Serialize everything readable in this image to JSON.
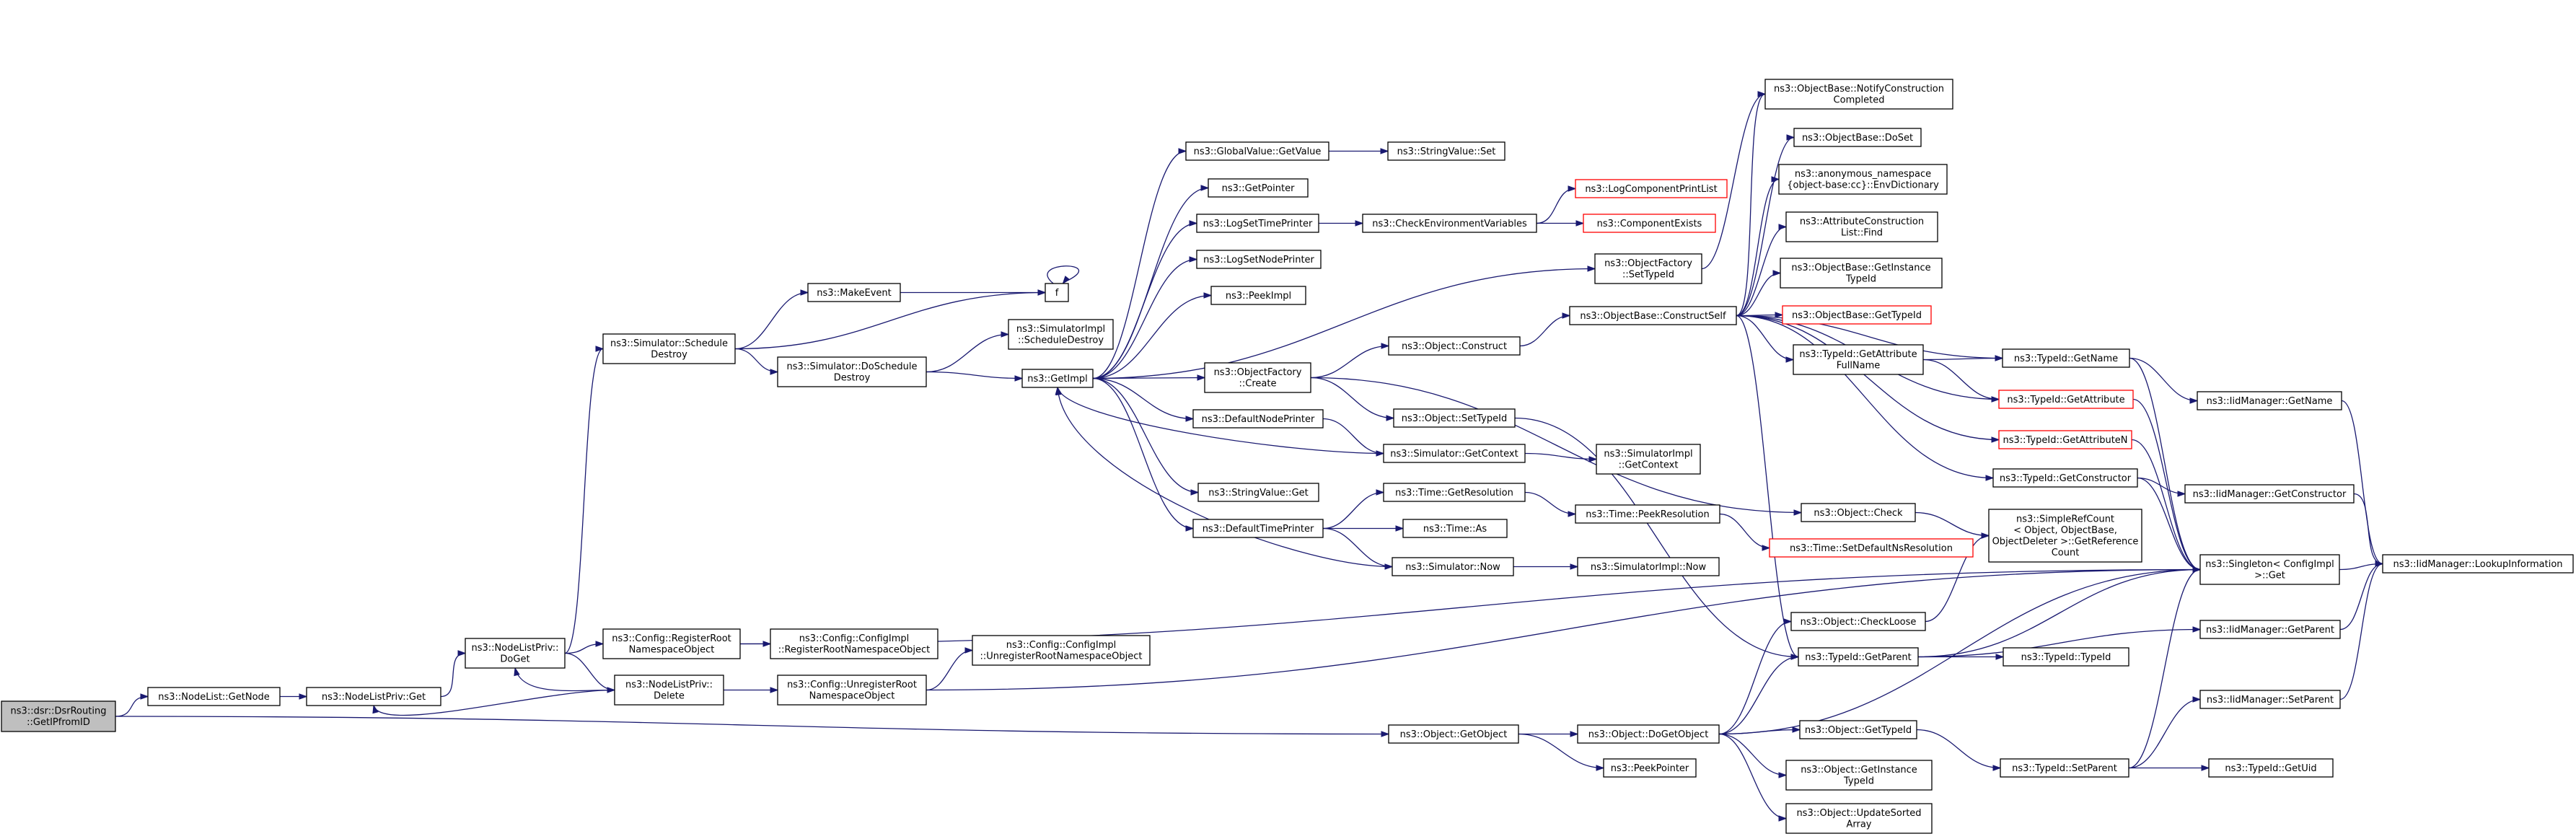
{
  "diagram": {
    "title": "",
    "nodes": [
      {
        "id": "root",
        "lines": [
          "ns3::dsr::DsrRouting",
          "::GetIPfromID"
        ],
        "style": "root"
      },
      {
        "id": "nl_getnode",
        "lines": [
          "ns3::NodeList::GetNode"
        ]
      },
      {
        "id": "nlp_get",
        "lines": [
          "ns3::NodeListPriv::Get"
        ]
      },
      {
        "id": "nlp_doget",
        "lines": [
          "ns3::NodeListPriv::",
          "DoGet"
        ]
      },
      {
        "id": "sim_schedule_destroy",
        "lines": [
          "ns3::Simulator::Schedule",
          "Destroy"
        ]
      },
      {
        "id": "make_event",
        "lines": [
          "ns3::MakeEvent"
        ]
      },
      {
        "id": "f",
        "lines": [
          "f"
        ]
      },
      {
        "id": "sim_doschedule_destroy",
        "lines": [
          "ns3::Simulator::DoSchedule",
          "Destroy"
        ]
      },
      {
        "id": "simimpl_schedule_destroy",
        "lines": [
          "ns3::SimulatorImpl",
          "::ScheduleDestroy"
        ]
      },
      {
        "id": "getimpl",
        "lines": [
          "ns3::GetImpl"
        ]
      },
      {
        "id": "cfg_register_root",
        "lines": [
          "ns3::Config::RegisterRoot",
          "NamespaceObject"
        ]
      },
      {
        "id": "cfgimpl_register_root",
        "lines": [
          "ns3::Config::ConfigImpl",
          "::RegisterRootNamespaceObject"
        ]
      },
      {
        "id": "nlp_delete",
        "lines": [
          "ns3::NodeListPriv::",
          "Delete"
        ]
      },
      {
        "id": "cfg_unregister_root",
        "lines": [
          "ns3::Config::UnregisterRoot",
          "NamespaceObject"
        ]
      },
      {
        "id": "cfgimpl_unregister_root",
        "lines": [
          "ns3::Config::ConfigImpl",
          "::UnregisterRootNamespaceObject"
        ]
      },
      {
        "id": "gv_getvalue",
        "lines": [
          "ns3::GlobalValue::GetValue"
        ]
      },
      {
        "id": "stringvalue_set",
        "lines": [
          "ns3::StringValue::Set"
        ]
      },
      {
        "id": "getpointer",
        "lines": [
          "ns3::GetPointer"
        ]
      },
      {
        "id": "log_set_time_printer",
        "lines": [
          "ns3::LogSetTimePrinter"
        ]
      },
      {
        "id": "check_env_vars",
        "lines": [
          "ns3::CheckEnvironmentVariables"
        ]
      },
      {
        "id": "log_component_print_list",
        "lines": [
          "ns3::LogComponentPrintList"
        ],
        "style": "red"
      },
      {
        "id": "component_exists",
        "lines": [
          "ns3::ComponentExists"
        ],
        "style": "red"
      },
      {
        "id": "log_set_node_printer",
        "lines": [
          "ns3::LogSetNodePrinter"
        ]
      },
      {
        "id": "peekimpl",
        "lines": [
          "ns3::PeekImpl"
        ]
      },
      {
        "id": "objfactory_settypeid",
        "lines": [
          "ns3::ObjectFactory",
          "::SetTypeId"
        ]
      },
      {
        "id": "objfactory_create",
        "lines": [
          "ns3::ObjectFactory",
          "::Create"
        ]
      },
      {
        "id": "object_construct",
        "lines": [
          "ns3::Object::Construct"
        ]
      },
      {
        "id": "objbase_constructself",
        "lines": [
          "ns3::ObjectBase::ConstructSelf"
        ]
      },
      {
        "id": "object_settypeid",
        "lines": [
          "ns3::Object::SetTypeId"
        ]
      },
      {
        "id": "default_node_printer",
        "lines": [
          "ns3::DefaultNodePrinter"
        ]
      },
      {
        "id": "sim_getcontext",
        "lines": [
          "ns3::Simulator::GetContext"
        ]
      },
      {
        "id": "simimpl_getcontext",
        "lines": [
          "ns3::SimulatorImpl",
          "::GetContext"
        ]
      },
      {
        "id": "stringvalue_get",
        "lines": [
          "ns3::StringValue::Get"
        ]
      },
      {
        "id": "default_time_printer",
        "lines": [
          "ns3::DefaultTimePrinter"
        ]
      },
      {
        "id": "time_getresolution",
        "lines": [
          "ns3::Time::GetResolution"
        ]
      },
      {
        "id": "time_peekresolution",
        "lines": [
          "ns3::Time::PeekResolution"
        ]
      },
      {
        "id": "time_setdefaultns",
        "lines": [
          "ns3::Time::SetDefaultNsResolution"
        ],
        "style": "red"
      },
      {
        "id": "time_as",
        "lines": [
          "ns3::Time::As"
        ]
      },
      {
        "id": "sim_now",
        "lines": [
          "ns3::Simulator::Now"
        ]
      },
      {
        "id": "simimpl_now",
        "lines": [
          "ns3::SimulatorImpl::Now"
        ]
      },
      {
        "id": "obj_getobject",
        "lines": [
          "ns3::Object::GetObject"
        ]
      },
      {
        "id": "obj_dogetobject",
        "lines": [
          "ns3::Object::DoGetObject"
        ]
      },
      {
        "id": "peekpointer",
        "lines": [
          "ns3::PeekPointer"
        ]
      },
      {
        "id": "objbase_notify",
        "lines": [
          "ns3::ObjectBase::NotifyConstruction",
          "Completed"
        ]
      },
      {
        "id": "objbase_doset",
        "lines": [
          "ns3::ObjectBase::DoSet"
        ]
      },
      {
        "id": "anon_envdict",
        "lines": [
          "ns3::anonymous_namespace",
          "{object-base:cc}::EnvDictionary"
        ]
      },
      {
        "id": "attrconstr_find",
        "lines": [
          "ns3::AttributeConstruction",
          "List::Find"
        ]
      },
      {
        "id": "objbase_getinstancetypeid",
        "lines": [
          "ns3::ObjectBase::GetInstance",
          "TypeId"
        ]
      },
      {
        "id": "objbase_gettypeid",
        "lines": [
          "ns3::ObjectBase::GetTypeId"
        ],
        "style": "red"
      },
      {
        "id": "typeid_getattrfullname",
        "lines": [
          "ns3::TypeId::GetAttribute",
          "FullName"
        ]
      },
      {
        "id": "typeid_getname",
        "lines": [
          "ns3::TypeId::GetName"
        ]
      },
      {
        "id": "typeid_getattribute",
        "lines": [
          "ns3::TypeId::GetAttribute"
        ],
        "style": "red"
      },
      {
        "id": "typeid_getattributen",
        "lines": [
          "ns3::TypeId::GetAttributeN"
        ],
        "style": "red"
      },
      {
        "id": "typeid_getconstructor",
        "lines": [
          "ns3::TypeId::GetConstructor"
        ]
      },
      {
        "id": "object_check",
        "lines": [
          "ns3::Object::Check"
        ]
      },
      {
        "id": "simplerefcount",
        "lines": [
          "ns3::SimpleRefCount",
          "< Object, ObjectBase,",
          "ObjectDeleter >::GetReference",
          "Count"
        ]
      },
      {
        "id": "object_checkloose",
        "lines": [
          "ns3::Object::CheckLoose"
        ]
      },
      {
        "id": "typeid_getparent",
        "lines": [
          "ns3::TypeId::GetParent"
        ]
      },
      {
        "id": "typeid_typeid",
        "lines": [
          "ns3::TypeId::TypeId"
        ]
      },
      {
        "id": "object_gettypeid",
        "lines": [
          "ns3::Object::GetTypeId"
        ]
      },
      {
        "id": "object_getinstancetypeid",
        "lines": [
          "ns3::Object::GetInstance",
          "TypeId"
        ]
      },
      {
        "id": "object_updatesorted",
        "lines": [
          "ns3::Object::UpdateSorted",
          "Array"
        ]
      },
      {
        "id": "typeid_setparent",
        "lines": [
          "ns3::TypeId::SetParent"
        ]
      },
      {
        "id": "iidmgr_getname",
        "lines": [
          "ns3::IidManager::GetName"
        ]
      },
      {
        "id": "iidmgr_getconstructor",
        "lines": [
          "ns3::IidManager::GetConstructor"
        ]
      },
      {
        "id": "singleton_get",
        "lines": [
          "ns3::Singleton< ConfigImpl",
          " >::Get"
        ]
      },
      {
        "id": "iidmgr_getparent",
        "lines": [
          "ns3::IidManager::GetParent"
        ]
      },
      {
        "id": "iidmgr_setparent",
        "lines": [
          "ns3::IidManager::SetParent"
        ]
      },
      {
        "id": "typeid_getuid",
        "lines": [
          "ns3::TypeId::GetUid"
        ]
      },
      {
        "id": "iidmgr_lookupinfo",
        "lines": [
          "ns3::IidManager::LookupInformation"
        ]
      }
    ],
    "edges": [
      [
        "root",
        "nl_getnode"
      ],
      [
        "root",
        "obj_getobject"
      ],
      [
        "nl_getnode",
        "nlp_get"
      ],
      [
        "nlp_get",
        "nlp_doget"
      ],
      [
        "nlp_doget",
        "sim_schedule_destroy"
      ],
      [
        "nlp_doget",
        "cfg_register_root"
      ],
      [
        "nlp_doget",
        "nlp_delete"
      ],
      [
        "sim_schedule_destroy",
        "make_event"
      ],
      [
        "sim_schedule_destroy",
        "f"
      ],
      [
        "sim_schedule_destroy",
        "sim_doschedule_destroy"
      ],
      [
        "make_event",
        "f"
      ],
      [
        "f",
        "f"
      ],
      [
        "sim_doschedule_destroy",
        "simimpl_schedule_destroy"
      ],
      [
        "sim_doschedule_destroy",
        "getimpl"
      ],
      [
        "cfg_register_root",
        "cfgimpl_register_root"
      ],
      [
        "cfg_register_root",
        "singleton_get"
      ],
      [
        "nlp_delete",
        "nlp_doget"
      ],
      [
        "nlp_delete",
        "nlp_get"
      ],
      [
        "nlp_delete",
        "cfg_unregister_root"
      ],
      [
        "cfg_unregister_root",
        "cfgimpl_unregister_root"
      ],
      [
        "cfg_unregister_root",
        "singleton_get"
      ],
      [
        "getimpl",
        "gv_getvalue"
      ],
      [
        "getimpl",
        "getpointer"
      ],
      [
        "getimpl",
        "log_set_time_printer"
      ],
      [
        "getimpl",
        "log_set_node_printer"
      ],
      [
        "getimpl",
        "peekimpl"
      ],
      [
        "getimpl",
        "objfactory_settypeid"
      ],
      [
        "getimpl",
        "objfactory_create"
      ],
      [
        "getimpl",
        "default_node_printer"
      ],
      [
        "getimpl",
        "stringvalue_get"
      ],
      [
        "getimpl",
        "default_time_printer"
      ],
      [
        "gv_getvalue",
        "stringvalue_set"
      ],
      [
        "log_set_time_printer",
        "check_env_vars"
      ],
      [
        "check_env_vars",
        "log_component_print_list"
      ],
      [
        "check_env_vars",
        "component_exists"
      ],
      [
        "objfactory_settypeid",
        "objbase_notify"
      ],
      [
        "objfactory_create",
        "object_construct"
      ],
      [
        "objfactory_create",
        "object_settypeid"
      ],
      [
        "objfactory_create",
        "object_check"
      ],
      [
        "object_construct",
        "objbase_constructself"
      ],
      [
        "object_settypeid",
        "typeid_getparent"
      ],
      [
        "default_node_printer",
        "sim_getcontext"
      ],
      [
        "sim_getcontext",
        "getimpl"
      ],
      [
        "sim_getcontext",
        "simimpl_getcontext"
      ],
      [
        "default_time_printer",
        "time_getresolution"
      ],
      [
        "default_time_printer",
        "time_as"
      ],
      [
        "default_time_printer",
        "sim_now"
      ],
      [
        "time_getresolution",
        "time_peekresolution"
      ],
      [
        "time_peekresolution",
        "time_setdefaultns"
      ],
      [
        "sim_now",
        "getimpl"
      ],
      [
        "sim_now",
        "simimpl_now"
      ],
      [
        "obj_getobject",
        "obj_dogetobject"
      ],
      [
        "obj_getobject",
        "peekpointer"
      ],
      [
        "obj_dogetobject",
        "object_checkloose"
      ],
      [
        "obj_dogetobject",
        "typeid_getparent"
      ],
      [
        "obj_dogetobject",
        "object_gettypeid"
      ],
      [
        "obj_dogetobject",
        "object_getinstancetypeid"
      ],
      [
        "obj_dogetobject",
        "object_updatesorted"
      ],
      [
        "obj_dogetobject",
        "singleton_get"
      ],
      [
        "objbase_constructself",
        "objbase_notify"
      ],
      [
        "objbase_constructself",
        "objbase_doset"
      ],
      [
        "objbase_constructself",
        "anon_envdict"
      ],
      [
        "objbase_constructself",
        "attrconstr_find"
      ],
      [
        "objbase_constructself",
        "objbase_getinstancetypeid"
      ],
      [
        "objbase_constructself",
        "objbase_gettypeid"
      ],
      [
        "objbase_constructself",
        "typeid_getattrfullname"
      ],
      [
        "objbase_constructself",
        "typeid_getname"
      ],
      [
        "objbase_constructself",
        "typeid_getattribute"
      ],
      [
        "objbase_constructself",
        "typeid_getattributen"
      ],
      [
        "objbase_constructself",
        "typeid_getconstructor"
      ],
      [
        "objbase_constructself",
        "typeid_getparent"
      ],
      [
        "typeid_getattrfullname",
        "typeid_getname"
      ],
      [
        "typeid_getattrfullname",
        "typeid_getattribute"
      ],
      [
        "typeid_getname",
        "iidmgr_getname"
      ],
      [
        "typeid_getname",
        "singleton_get"
      ],
      [
        "typeid_getattribute",
        "singleton_get"
      ],
      [
        "typeid_getattributen",
        "singleton_get"
      ],
      [
        "typeid_getconstructor",
        "iidmgr_getconstructor"
      ],
      [
        "typeid_getconstructor",
        "singleton_get"
      ],
      [
        "object_check",
        "simplerefcount"
      ],
      [
        "object_checkloose",
        "simplerefcount"
      ],
      [
        "typeid_getparent",
        "iidmgr_getparent"
      ],
      [
        "typeid_getparent",
        "typeid_typeid"
      ],
      [
        "typeid_getparent",
        "singleton_get"
      ],
      [
        "object_gettypeid",
        "typeid_setparent"
      ],
      [
        "typeid_setparent",
        "iidmgr_setparent"
      ],
      [
        "typeid_setparent",
        "typeid_getuid"
      ],
      [
        "typeid_setparent",
        "singleton_get"
      ],
      [
        "iidmgr_getname",
        "iidmgr_lookupinfo"
      ],
      [
        "iidmgr_getconstructor",
        "iidmgr_lookupinfo"
      ],
      [
        "iidmgr_getparent",
        "iidmgr_lookupinfo"
      ],
      [
        "iidmgr_setparent",
        "iidmgr_lookupinfo"
      ],
      [
        "singleton_get",
        "iidmgr_lookupinfo"
      ]
    ]
  }
}
